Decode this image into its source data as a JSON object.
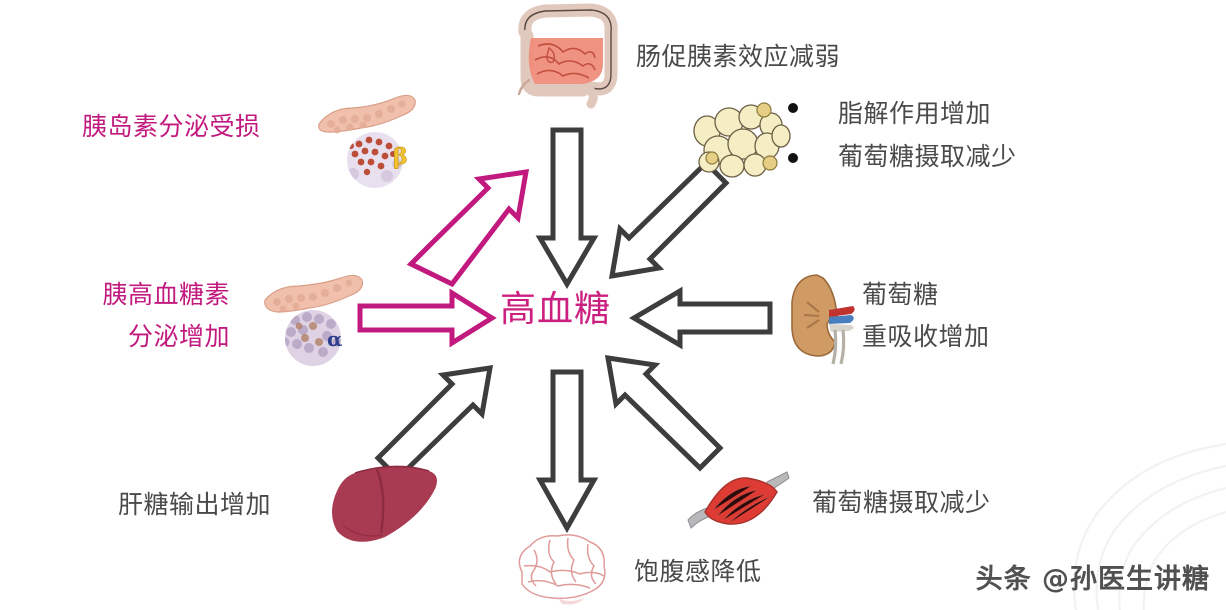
{
  "diagram": {
    "title_center": "高血糖",
    "center_color": "#cc2080",
    "accent_magenta": "#c2197e",
    "arrow_gray": "#3d3d3d",
    "nodes": [
      {
        "id": "intestine",
        "organ": "intestine-illustration",
        "label": "肠促胰素效应减弱",
        "lines": [
          "肠促胰素效应减弱"
        ],
        "color": "#4a4a4a",
        "arrow": "gray-down"
      },
      {
        "id": "adipose",
        "organ": "adipose-tissue-illustration",
        "label": "脂解作用增加 葡萄糖摄取减少",
        "lines": [
          "脂解作用增加",
          "葡萄糖摄取减少"
        ],
        "color": "#4a4a4a",
        "arrow": "gray-down-left"
      },
      {
        "id": "kidney",
        "organ": "kidney-illustration",
        "label": "葡萄糖 重吸收增加",
        "lines": [
          "葡萄糖",
          "重吸收增加"
        ],
        "color": "#4a4a4a",
        "arrow": "gray-left"
      },
      {
        "id": "muscle",
        "organ": "muscle-illustration",
        "label": "葡萄糖摄取减少",
        "lines": [
          "葡萄糖摄取减少"
        ],
        "color": "#4a4a4a",
        "arrow": "gray-up-left"
      },
      {
        "id": "brain",
        "organ": "brain-illustration",
        "label": "饱腹感降低",
        "lines": [
          "饱腹感降低"
        ],
        "color": "#4a4a4a",
        "arrow": "gray-down"
      },
      {
        "id": "liver",
        "organ": "liver-illustration",
        "label": "肝糖输出增加",
        "lines": [
          "肝糖输出增加"
        ],
        "color": "#4a4a4a",
        "arrow": "gray-up-right"
      },
      {
        "id": "alpha-cell",
        "organ": "pancreas-alpha-cell-illustration",
        "label": "胰高血糖素 分泌增加",
        "lines": [
          "胰高血糖素",
          "分泌增加"
        ],
        "color": "#c2197e",
        "arrow": "magenta-right",
        "cell_marker": "α"
      },
      {
        "id": "beta-cell",
        "organ": "pancreas-beta-cell-illustration",
        "label": "胰岛素分泌受损",
        "lines": [
          "胰岛素分泌受损"
        ],
        "color": "#c2197e",
        "arrow": "magenta-up-right",
        "cell_marker": "β"
      }
    ]
  },
  "watermark": {
    "text": "头条 @孙医生讲糖"
  }
}
